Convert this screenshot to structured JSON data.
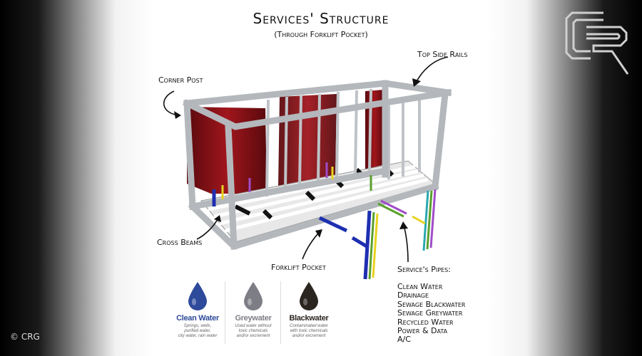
{
  "title": "Services' Structure",
  "subtitle": "(Through Forklift Pocket)",
  "labels": {
    "corner_post": "Corner Post",
    "top_side_rails": "Top Side Rails",
    "cross_beams": "Cross Beams",
    "forklift_pocket": "Forklift Pocket"
  },
  "pipes": {
    "title": "Service's Pipes:",
    "items": [
      "Clean Water",
      "Drainage",
      "Sewage Blackwater",
      "Sewage Greywater",
      "Recycled Water",
      "Power & Data",
      "A/C"
    ]
  },
  "water_types": [
    {
      "name": "Clean Water",
      "desc_1": "Springs, wells,",
      "desc_2": "purified water,",
      "desc_3": "city water, rain water",
      "color": "#2e4a9a"
    },
    {
      "name": "Greywater",
      "desc_1": "Used water without",
      "desc_2": "toxic chemicals",
      "desc_3": "and/or excrement",
      "color": "#7d7d85"
    },
    {
      "name": "Blackwater",
      "desc_1": "Contaminated water",
      "desc_2": "with toxic chemicals",
      "desc_3": "and/or excrement",
      "color": "#2b2520"
    }
  ],
  "copyright": "© CRG",
  "colors": {
    "frame": "#bfc3c7",
    "wall": "#8a1218",
    "pipe_blue": "#1e2fb0",
    "pipe_green": "#5aa02c",
    "pipe_yellow": "#e8d21e",
    "pipe_purple": "#a04cc8",
    "pipe_teal": "#2aa8b0"
  }
}
